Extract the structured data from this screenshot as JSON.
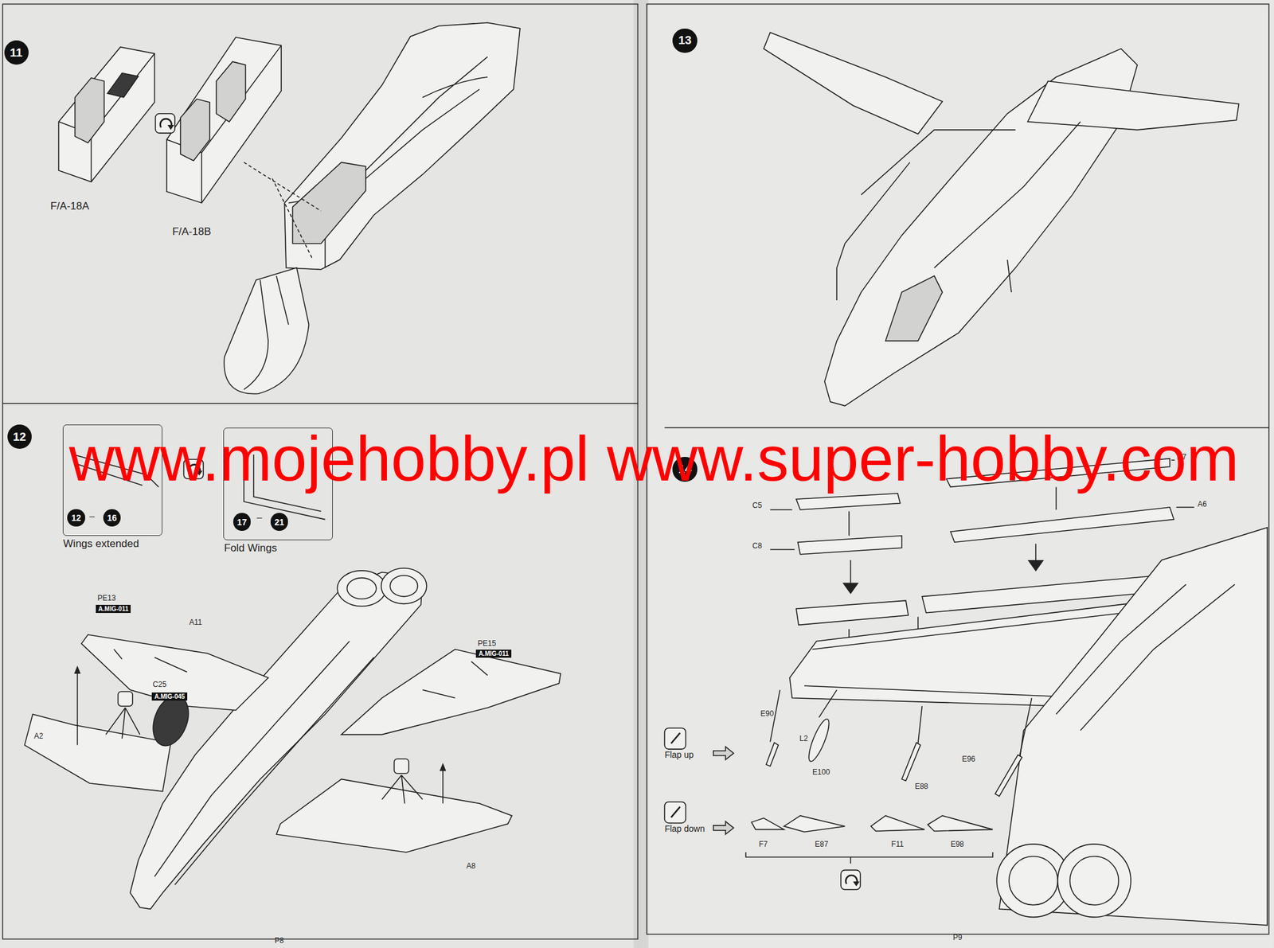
{
  "diagram": {
    "nodes": [
      {
        "text": [
          "11"
        ]
      },
      {
        "text": [
          "12"
        ]
      },
      {
        "text": [
          "Wings extended"
        ]
      },
      {
        "text": [
          "12"
        ],
        "in": 2
      },
      {
        "text": [
          "16"
        ],
        "in": 2
      },
      {
        "text": [
          "Fold Wings"
        ]
      },
      {
        "text": [
          "17"
        ],
        "in": 5
      },
      {
        "text": [
          "21"
        ],
        "in": 5
      },
      {
        "text": [
          "A.MIG-011"
        ]
      },
      {
        "text": [
          "A.MIG-045"
        ]
      },
      {
        "text": [
          "A.MIG-011"
        ]
      },
      {
        "text": [
          "13"
        ]
      },
      {
        "text": [
          "14"
        ]
      }
    ],
    "labels": [
      "F/A-18A",
      "F/A-18B",
      "–",
      "–",
      "PE13",
      "A11",
      "C25",
      "A2",
      "PE15",
      "A8",
      "A7",
      "C5",
      "A6",
      "C8",
      "E90",
      "L2",
      "E100",
      "E88",
      "E96",
      "Flap up",
      "Flap down",
      "F7",
      "E87",
      "F11",
      "E98",
      "P8",
      "P9",
      "www.mojehobby.pl www.super-hobby.com"
    ]
  }
}
